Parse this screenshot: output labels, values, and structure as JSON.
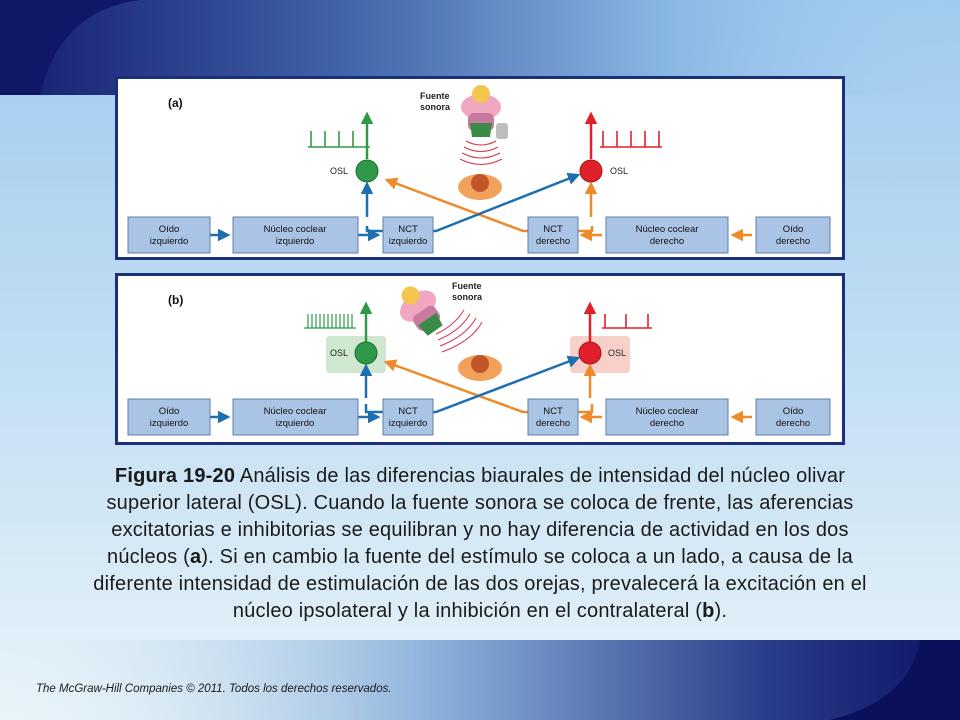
{
  "panel_a": {
    "label": "(a)",
    "sound_source": [
      "Fuente",
      "sonora"
    ],
    "osl_left": "OSL",
    "osl_right": "OSL",
    "boxes": {
      "oido_izq": [
        "Oído",
        "izquierdo"
      ],
      "nc_izq": [
        "Núcleo coclear",
        "izquierdo"
      ],
      "nct_izq": [
        "NCT",
        "izquierdo"
      ],
      "nct_der": [
        "NCT",
        "derecho"
      ],
      "nc_der": [
        "Núcleo coclear",
        "derecho"
      ],
      "oido_der": [
        "Oído",
        "derecho"
      ]
    }
  },
  "panel_b": {
    "label": "(b)",
    "sound_source": [
      "Fuente",
      "sonora"
    ],
    "osl_left": "OSL",
    "osl_right": "OSL",
    "boxes": {
      "oido_izq": [
        "Oído",
        "izquierdo"
      ],
      "nc_izq": [
        "Núcleo coclear",
        "izquierdo"
      ],
      "nct_izq": [
        "NCT",
        "izquierdo"
      ],
      "nct_der": [
        "NCT",
        "derecho"
      ],
      "nc_der": [
        "Núcleo coclear",
        "derecho"
      ],
      "oido_der": [
        "Oído",
        "derecho"
      ]
    }
  },
  "caption": {
    "figure_label": "Figura 19-20",
    "part1": " Análisis de las diferencias biaurales de intensidad del núcleo olivar superior lateral (OSL). Cuando la fuente sonora se coloca de frente, las aferencias excitatorias e inhibitorias se equilibran y no hay diferencia de actividad en los dos núcleos (",
    "ref_a": "a",
    "part2": "). Si en cambio la fuente del estímulo se coloca a un lado, a causa de la diferente intensidad de estimulación de las dos orejas, prevalecerá la excitación en el núcleo ipsolateral y la inhibición en el contralateral (",
    "ref_b": "b",
    "part3": ")."
  },
  "footer": "The McGraw-Hill Companies © 2011. Todos los derechos reservados.",
  "colors": {
    "excitatory_green": "#2e9a47",
    "inhibitory_red": "#e0202a",
    "left_pathway_blue": "#1e6fb0",
    "right_pathway_orange": "#ee8a2a",
    "box_fill": "#a9c4e4",
    "frame_navy": "#1c2f7a"
  }
}
